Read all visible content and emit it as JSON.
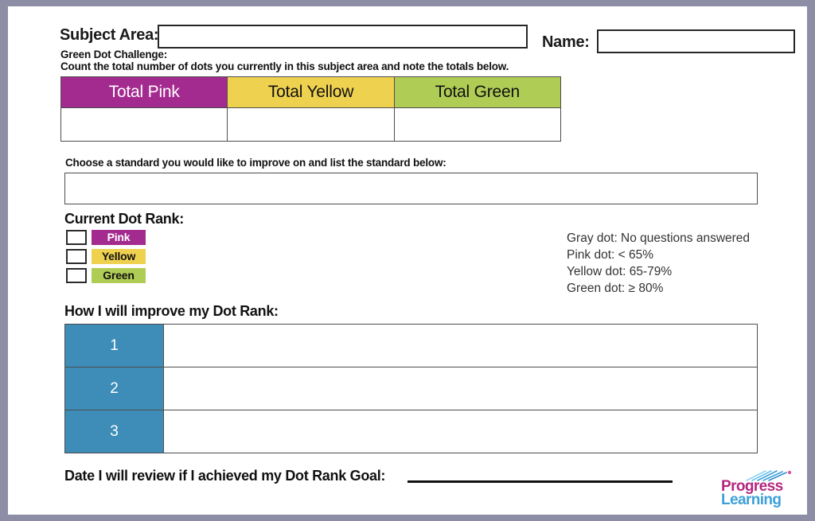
{
  "document": {
    "title": "Green Dot Challenge Worksheet",
    "page_background": "#ffffff",
    "frame_color": "#8e8da6"
  },
  "header": {
    "subject_label": "Subject Area:",
    "subject_value": "",
    "subject_placeholder": "",
    "name_label": "Name:",
    "name_value": "",
    "name_placeholder": ""
  },
  "challenge": {
    "title": "Green Dot Challenge:",
    "description": "Count the total number of dots you currently in this subject area and note the totals below."
  },
  "totals_table": {
    "columns": [
      {
        "label": "Total Pink",
        "color": "#a32a8e",
        "text_color": "#ffffff",
        "value": ""
      },
      {
        "label": "Total Yellow",
        "color": "#efd150",
        "text_color": "#111111",
        "value": ""
      },
      {
        "label": "Total Green",
        "color": "#afcc55",
        "text_color": "#111111",
        "value": ""
      }
    ]
  },
  "standard": {
    "label": "Choose a standard you would like to improve on and list the standard below:",
    "value": "",
    "placeholder": ""
  },
  "current_dot_rank": {
    "label": "Current Dot Rank:",
    "options": [
      {
        "label": "Pink",
        "checked": false,
        "color": "#a32a8e",
        "text_color": "#ffffff"
      },
      {
        "label": "Yellow",
        "checked": false,
        "color": "#efd150",
        "text_color": "#111111"
      },
      {
        "label": "Green",
        "checked": false,
        "color": "#afcc55",
        "text_color": "#111111"
      }
    ]
  },
  "legend": {
    "lines": [
      "Gray dot: No questions answered",
      "Pink dot: < 65%",
      "Yellow dot: 65-79%",
      "Green dot: ≥ 80%"
    ]
  },
  "improve": {
    "label": "How I will improve my Dot Rank:",
    "accent_color": "#3d8db8",
    "rows": [
      {
        "number": "1",
        "value": ""
      },
      {
        "number": "2",
        "value": ""
      },
      {
        "number": "3",
        "value": ""
      }
    ]
  },
  "review_date": {
    "label": "Date I will review if I achieved my Dot Rank Goal:",
    "value": ""
  },
  "logo": {
    "word1": "Progress",
    "word2": "Learning",
    "word1_color": "#b3267f",
    "word2_color": "#3ea0d8"
  }
}
